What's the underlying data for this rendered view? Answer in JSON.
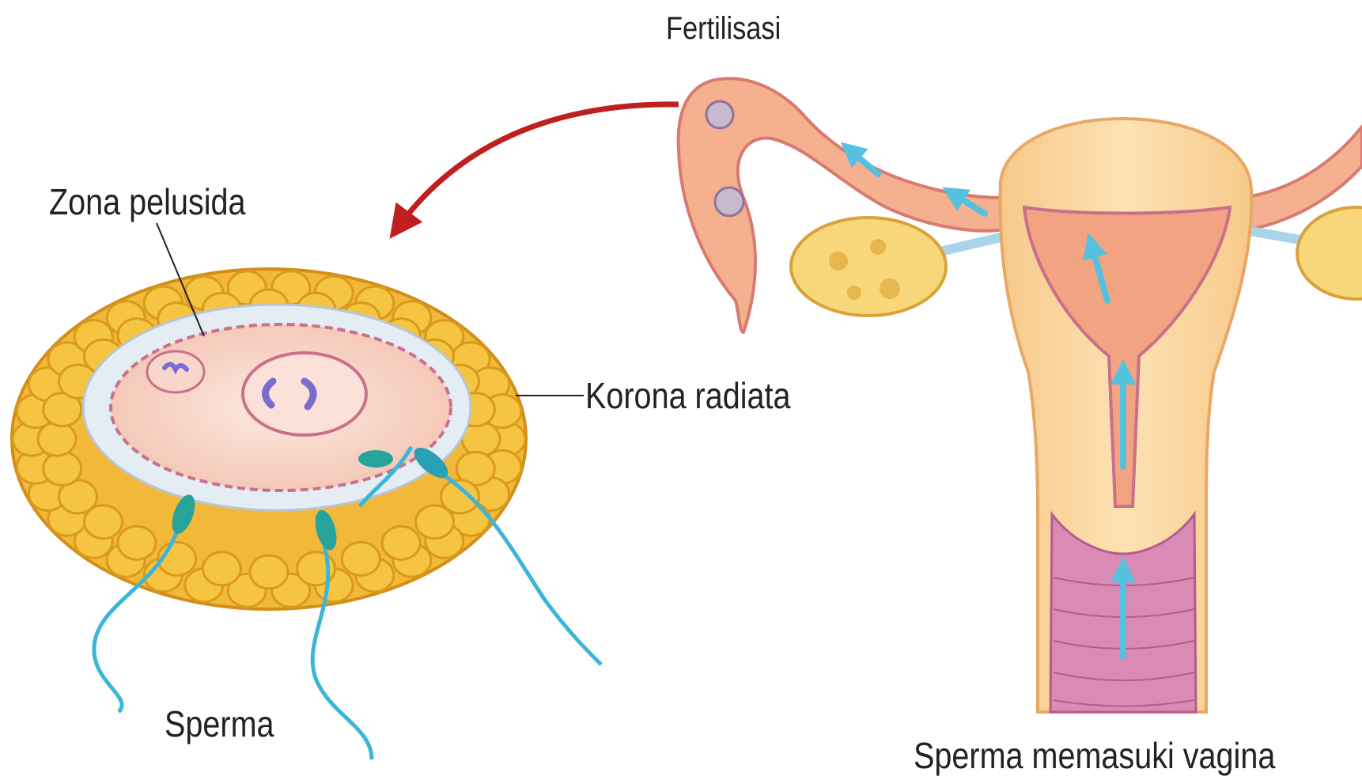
{
  "labels": {
    "fertilisasi": "Fertilisasi",
    "zona_pelusida": "Zona pelusida",
    "korona_radiata": "Korona radiata",
    "sperma": "Sperma",
    "sperma_memasuki_vagina": "Sperma memasuki vagina"
  },
  "colors": {
    "corona_cell": "#f5c542",
    "corona_cell_edge": "#d99a1c",
    "zona": "#e4ecf4",
    "cytoplasm": "#f7d4c6",
    "membrane": "#c9708a",
    "nucleus": "#fbe1d8",
    "chromosome": "#7b6ccf",
    "sperm_tail": "#3bb6d8",
    "sperm_head": "#27a39a",
    "uterus_outer": "#fbd59b",
    "uterus_inner": "#f2a382",
    "tube": "#f4b08f",
    "ovary": "#f7d77a",
    "vagina": "#d98bb5",
    "arrow": "#c01f1f",
    "motion_arrow": "#55c1df"
  }
}
